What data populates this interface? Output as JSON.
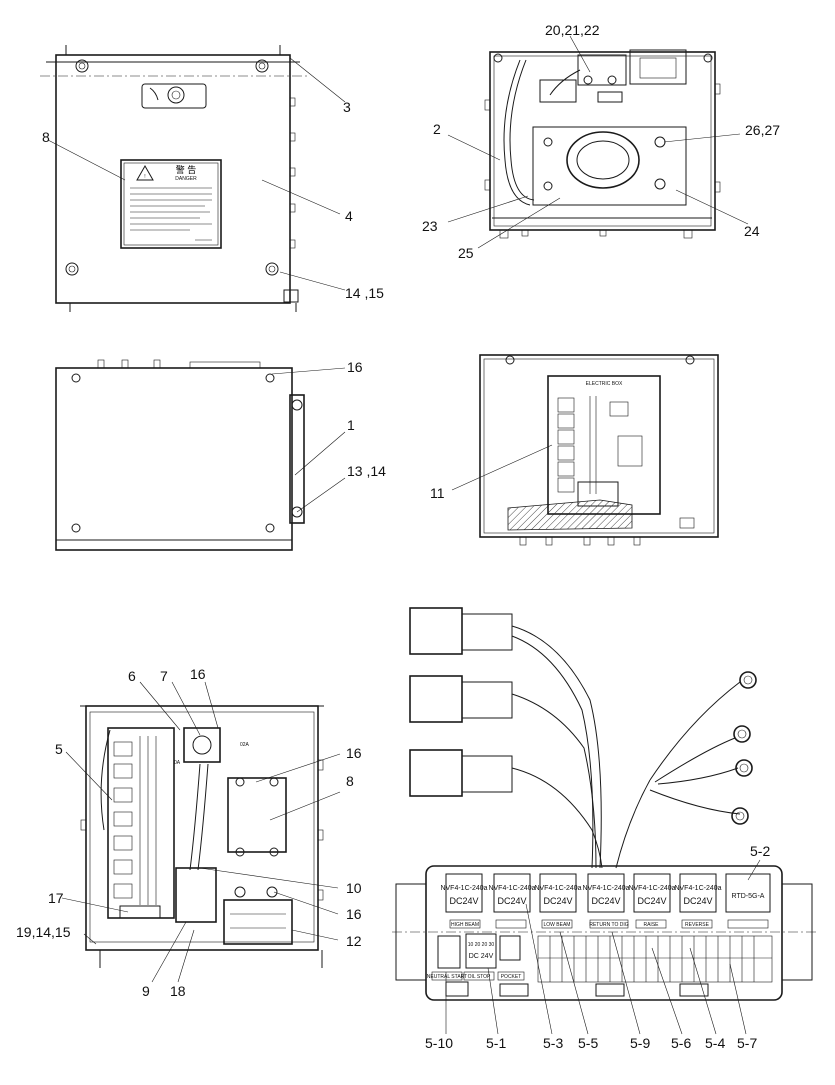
{
  "callouts": {
    "c_20_21_22": "20,21,22",
    "c_2": "2",
    "c_26_27": "26,27",
    "c_23": "23",
    "c_25": "25",
    "c_24": "24",
    "c_3": "3",
    "c_8_top": "8",
    "c_4": "4",
    "c_14_15": "14 ,15",
    "c_16_side": "16",
    "c_1": "1",
    "c_13_14": "13 ,14",
    "c_11": "11",
    "c_6": "6",
    "c_7": "7",
    "c_16_a": "16",
    "c_5": "5",
    "c_16_b": "16",
    "c_8_bot": "8",
    "c_17": "17",
    "c_10": "10",
    "c_16_c": "16",
    "c_19_14_15": "19,14,15",
    "c_12": "12",
    "c_9": "9",
    "c_18": "18",
    "c_5_2": "5-2",
    "c_5_10": "5-10",
    "c_5_1": "5-1",
    "c_5_3": "5-3",
    "c_5_5": "5-5",
    "c_5_9": "5-9",
    "c_5_6": "5-6",
    "c_5_4": "5-4",
    "c_5_7": "5-7"
  },
  "labels": {
    "warning_title": "警 告",
    "warning_sub": "DANGER",
    "electric_box": "ELECTRIC BOX",
    "fuse_label": "DC 24V",
    "fuse_numbers": "10 20 20 30",
    "rtd": "RTD-5G-A",
    "relay_spec": "NVF4-1C-240a",
    "relay_voltage": "DC24V",
    "relay_labels": [
      "HIGH BEAM",
      "LOW BEAM",
      "RETURN TO DIG",
      "RAISE",
      "REVERSE",
      "NEUTRAL START",
      "OIL STOP",
      "POCKET"
    ],
    "small_02a": "02A",
    "small_0a": "0A"
  }
}
